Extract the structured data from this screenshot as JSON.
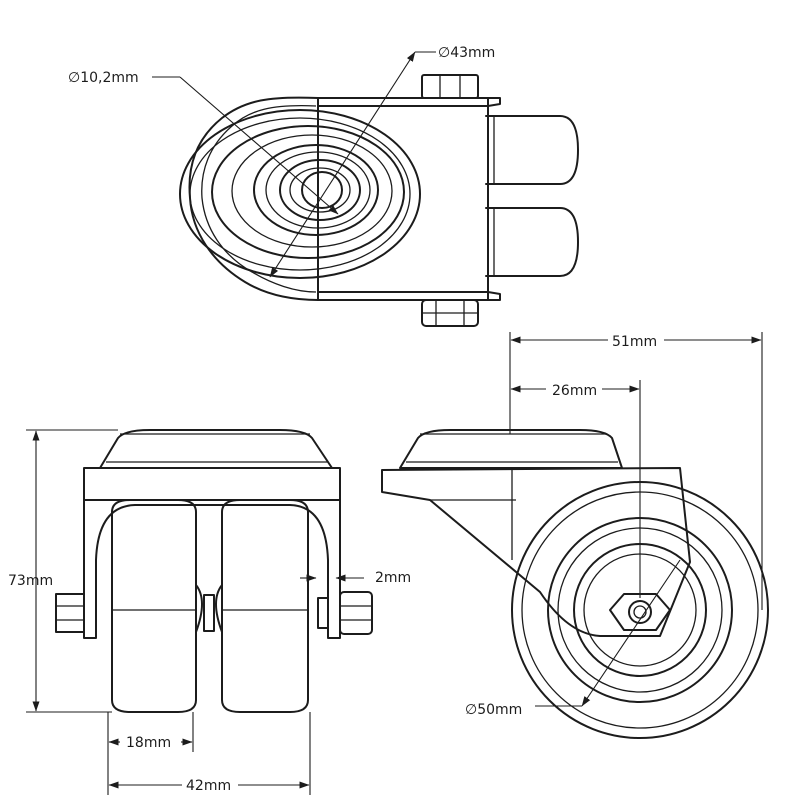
{
  "dimensions": {
    "bolt_hole_diameter": "∅10,2mm",
    "top_plate_diameter": "∅43mm",
    "overall_length": "51mm",
    "swivel_offset": "26mm",
    "overall_height": "73mm",
    "axle_clearance": "2mm",
    "wheel_diameter": "∅50mm",
    "wheel_width": "18mm",
    "overall_width": "42mm"
  }
}
